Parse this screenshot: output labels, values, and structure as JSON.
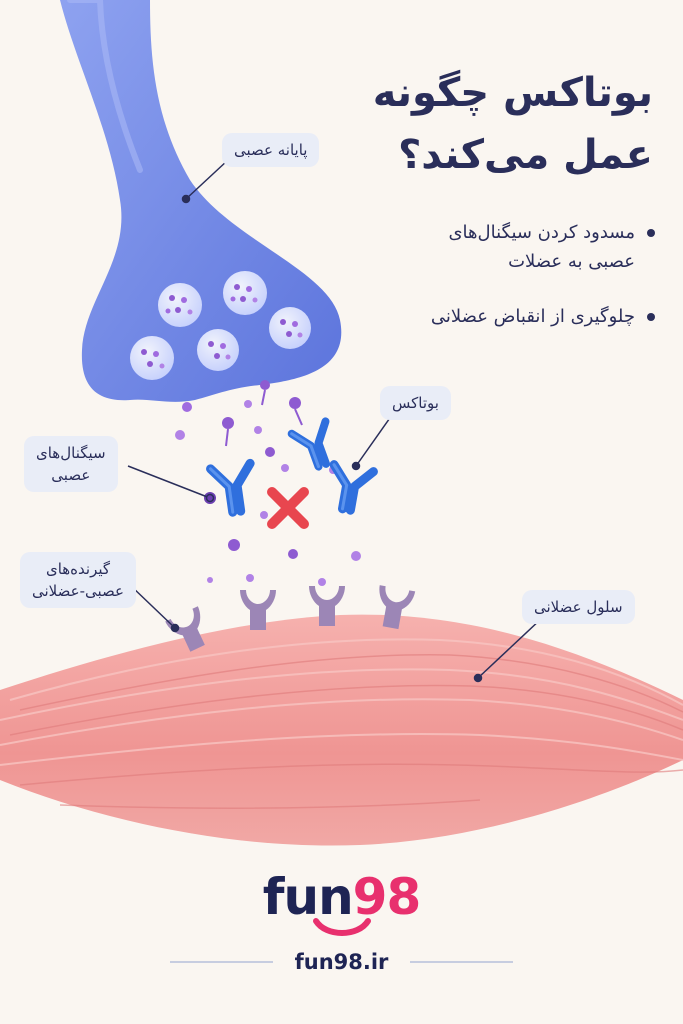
{
  "title": {
    "line1": "بوتاکس چگونه",
    "line2": "عمل می‌کند؟"
  },
  "bullets": [
    {
      "line1": "مسدود کردن سیگنال‌های",
      "line2": "عصبی به عضلات"
    },
    {
      "line1": "چلوگیری از انقباض عضلانی",
      "line2": ""
    }
  ],
  "labels": {
    "nerve_terminal": "پایانه عصبی",
    "botox": "بوتاکس",
    "nerve_signals_line1": "سیگنال‌های",
    "nerve_signals_line2": "عصبی",
    "receptors_line1": "گیرنده‌های",
    "receptors_line2": "عصبی-عضلانی",
    "muscle_cell": "سلول عضلانی"
  },
  "brand": {
    "part1": "fun",
    "part2": "98",
    "url": "fun98.ir"
  },
  "colors": {
    "background": "#faf6f1",
    "nerve": "#6f86e6",
    "botox": "#2f6fdd",
    "signals": "#8e5bd1",
    "block": "#e8464f",
    "receptor": "#9c86b6",
    "muscle": "#ef9a9a",
    "brand_dark": "#1e2454",
    "brand_pink": "#e8306e"
  }
}
